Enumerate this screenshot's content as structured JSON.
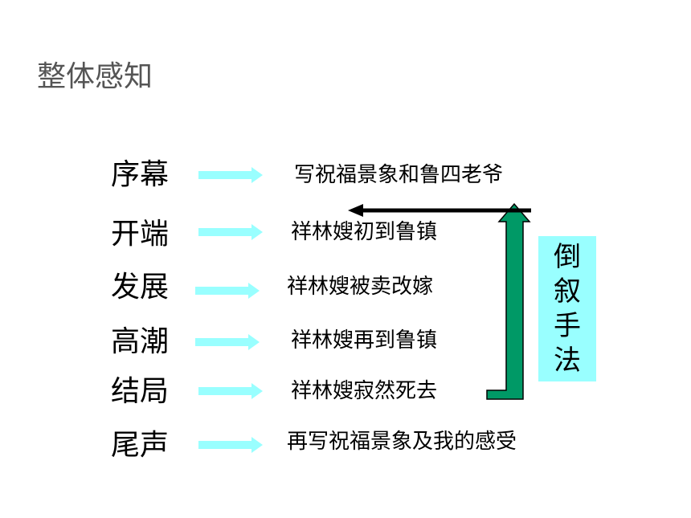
{
  "title": "整体感知",
  "rows": [
    {
      "stage": "序幕",
      "description": "写祝福景象和鲁四老爷"
    },
    {
      "stage": "开端",
      "description": "祥林嫂初到鲁镇"
    },
    {
      "stage": "发展",
      "description": "祥林嫂被卖改嫁"
    },
    {
      "stage": "高潮",
      "description": "祥林嫂再到鲁镇"
    },
    {
      "stage": "结局",
      "description": "祥林嫂寂然死去"
    },
    {
      "stage": "尾声",
      "description": "再写祝福景象及我的感受"
    }
  ],
  "flashback": {
    "label": "倒叙手法",
    "chars": [
      "倒",
      "叙",
      "手",
      "法"
    ]
  },
  "colors": {
    "title": "#555555",
    "row_arrow": "#99ffff",
    "flashback_box": "#99ffff",
    "flashback_arrow": "#009966",
    "return_arrow": "#000000"
  }
}
